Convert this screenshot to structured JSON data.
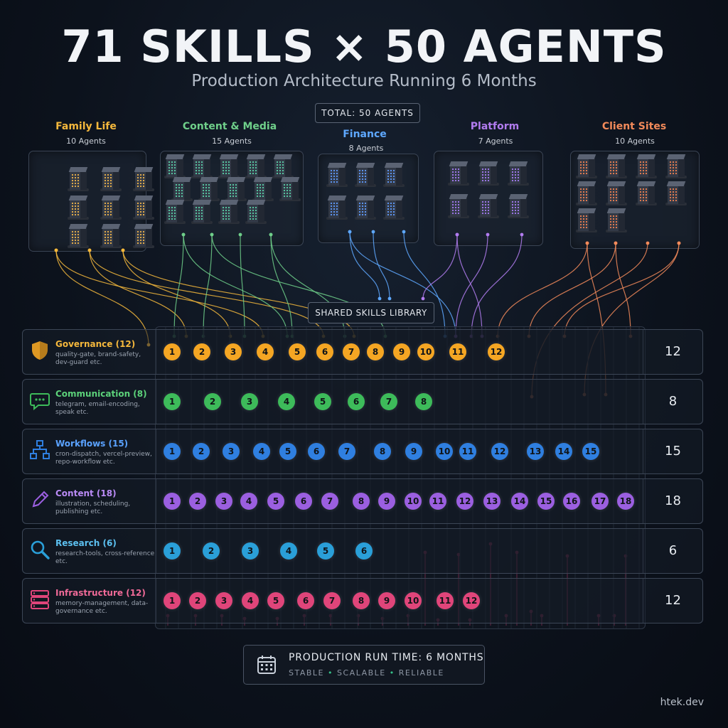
{
  "header": {
    "title": "71 SKILLS × 50 AGENTS",
    "subtitle": "Production Architecture Running 6 Months",
    "total_badge": "TOTAL: 50 AGENTS"
  },
  "clusters": [
    {
      "name": "Family Life",
      "count": "10 Agents",
      "color": "#f5b83c",
      "window_color": "#f0b44a",
      "buildings": 9
    },
    {
      "name": "Content & Media",
      "count": "15 Agents",
      "color": "#6fcf8a",
      "window_color": "#5ad0a8",
      "buildings": 14
    },
    {
      "name": "Finance",
      "count": "8 Agents",
      "color": "#5ea8ff",
      "window_color": "#5f9cff",
      "buildings": 6
    },
    {
      "name": "Platform",
      "count": "7 Agents",
      "color": "#b27cf0",
      "window_color": "#a57cf5",
      "buildings": 6
    },
    {
      "name": "Client Sites",
      "count": "10 Agents",
      "color": "#f28a5a",
      "window_color": "#f08050",
      "buildings": 10
    }
  ],
  "library_badge": "SHARED SKILLS LIBRARY",
  "categories": [
    {
      "title": "Governance (12)",
      "description": "quality-gate, brand-safety, dev-guard etc.",
      "count": 12,
      "total_label": "12",
      "color": "#f5a623",
      "text_color": "#f5b83c",
      "icon": "shield-icon"
    },
    {
      "title": "Communication (8)",
      "description": "telegram, email-encoding, speak etc.",
      "count": 8,
      "total_label": "8",
      "color": "#3dbb5a",
      "text_color": "#5cd27a",
      "icon": "chat-bubble-icon"
    },
    {
      "title": "Workflows (15)",
      "description": "cron-dispatch, vercel-preview, repo-workflow etc.",
      "count": 15,
      "total_label": "15",
      "color": "#2f7fe0",
      "text_color": "#5aa2ff",
      "icon": "workflow-icon"
    },
    {
      "title": "Content (18)",
      "description": "illustration, scheduling, publishing etc.",
      "count": 18,
      "total_label": "18",
      "color": "#9b5fe0",
      "text_color": "#b98af5",
      "icon": "pencil-icon"
    },
    {
      "title": "Research (6)",
      "description": "research-tools, cross-reference etc.",
      "count": 6,
      "total_label": "6",
      "color": "#2a9fd8",
      "text_color": "#5cc0f0",
      "icon": "magnifier-icon"
    },
    {
      "title": "Infrastructure (12)",
      "description": "memory-management, data-governance etc.",
      "count": 12,
      "total_label": "12",
      "color": "#e0457a",
      "text_color": "#f06a98",
      "icon": "server-stack-icon"
    }
  ],
  "runtime": {
    "title": "PRODUCTION RUN TIME: 6 MONTHS",
    "tags": [
      "STABLE",
      "SCALABLE",
      "RELIABLE"
    ],
    "separator": "•",
    "icon": "calendar-icon"
  },
  "credit": "htek.dev"
}
